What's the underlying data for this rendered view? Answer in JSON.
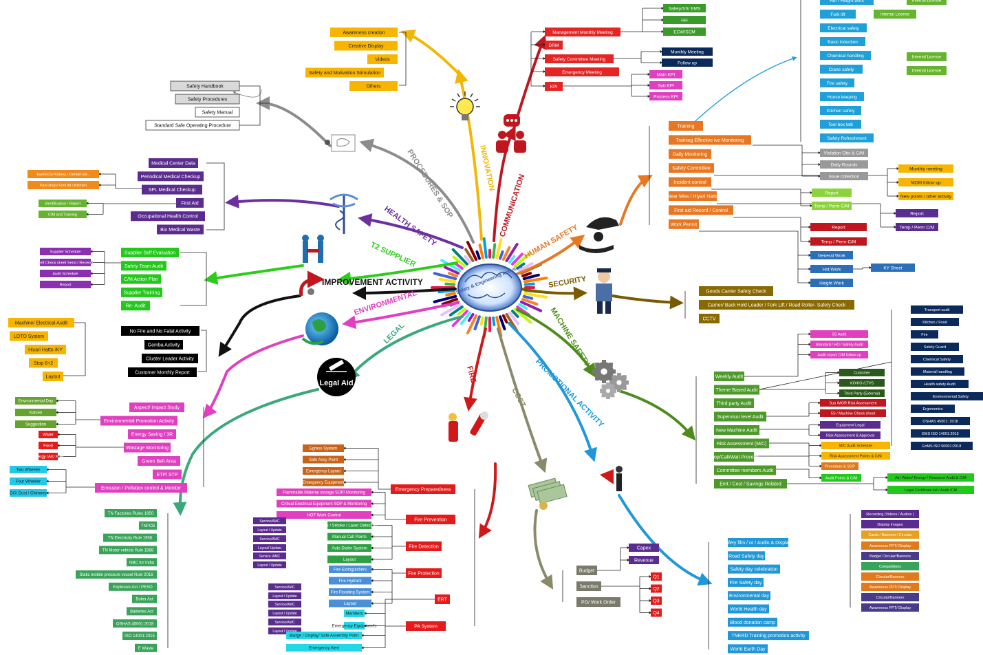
{
  "center": {
    "label": "Safety & Engineering Activities"
  },
  "branches": [
    {
      "id": "innovation",
      "title": "INNOVATION",
      "color": "#f2b705",
      "icon": "lightbulb-icon"
    },
    {
      "id": "communication",
      "title": "COMMUNICATION",
      "color": "#c0161f",
      "icon": "people-icon"
    },
    {
      "id": "procedures",
      "title": "PROCEDURES & SOP",
      "color": "#8c8c8c",
      "icon": "whiteboard-icon"
    },
    {
      "id": "health",
      "title": "HEALTH SAFETY",
      "color": "#6b2fa0",
      "icon": "caduceus-icon"
    },
    {
      "id": "t2",
      "title": "T2 SUPPLIER",
      "color": "#2ecc1a",
      "icon": "handshake-icon"
    },
    {
      "id": "improvement",
      "title": "IMPROVEMENT ACTIVITY",
      "color": "#111111",
      "icon": "arrow-icon"
    },
    {
      "id": "environmental",
      "title": "ENVIRONMENTAL",
      "color": "#e040c0",
      "icon": "globe-icon"
    },
    {
      "id": "legal",
      "title": "LEGAL",
      "color": "#3aa87a",
      "icon": "legal-aid-icon"
    },
    {
      "id": "fire",
      "title": "FIRE",
      "color": "#d01818",
      "icon": "fire-extinguisher-icon"
    },
    {
      "id": "cost",
      "title": "COST",
      "color": "#8a8a6a",
      "icon": "money-icon"
    },
    {
      "id": "promotional",
      "title": "PROMOTIONAL ACTIVITY",
      "color": "#1f97d8",
      "icon": "megaphone-icon"
    },
    {
      "id": "machine",
      "title": "MACHINE SAFETY",
      "color": "#4d8c1a",
      "icon": "gears-icon"
    },
    {
      "id": "security",
      "title": "SECURITY",
      "color": "#7a5a00",
      "icon": "guard-icon"
    },
    {
      "id": "human",
      "title": "HUMAN SAFETY",
      "color": "#e87722",
      "icon": "hands-icon"
    }
  ],
  "legal_aid_badge": "Legal Aid",
  "nodes": {
    "innovation": [
      "Awareness creation",
      "Creative Display",
      "Videos",
      "Safety and Motivation Stimulation",
      "Others"
    ],
    "procedures": [
      "Safety Handbook",
      "Safety Procedures",
      "Safety Manual",
      "Standard Safe Operating Procedure"
    ],
    "communication": [
      "Management Monthly Meeting",
      "DRM",
      "Safety Committee Meeting",
      "Emergency Meeting",
      "KPI"
    ],
    "comm_mgmt": [
      "Safety/SS/ EMS",
      "HH",
      "ECW/SCM"
    ],
    "comm_committee": [
      "Monthly Meeting",
      "Follow up"
    ],
    "comm_kpi": [
      "Main KPI",
      "Sub KPI",
      "Process KPI"
    ],
    "health": [
      "Medical Center Data",
      "Periodical Medical Checkup",
      "SPL Medical Checkup",
      "First Aid",
      "Occupational Health Control",
      "Bio Medical Waste"
    ],
    "health_spl": [
      "Eye/ECG/ Kidney / Dental/ Etc..",
      "Pani shop/ Fork lift / Kitchen"
    ],
    "health_fa": [
      "Identification / Report",
      "C/M and Training"
    ],
    "t2": [
      "Supplier Self Evaluation",
      "Safety Team Audit",
      "C/M Action Plan",
      "Supplier Training",
      "Re- Audit"
    ],
    "t2_left": [
      "Supplier Schedule",
      "Self Check sheet Send / Receive",
      "Audit Schedule",
      "Report"
    ],
    "improvement": [
      "No Fire and No Fatal Activity",
      "Gemba Activity",
      "Cluster Leader Activity",
      "Customer Monthly Report"
    ],
    "improvement_left": [
      "Machine/ Electrical Audit",
      "LOTO System",
      "Hiyari Hatto /KY",
      "Stop 6+2",
      "Layout"
    ],
    "environmental": [
      "Aspect/ Impact Study",
      "Environmental Promotion Activity",
      "Energy Saving / 3R",
      "Wastage Monitoring",
      "Green Belt Area",
      "ETP/ STP",
      "Emission / Pollution control & Monitor"
    ],
    "env_promo": [
      "Environmental Day",
      "Kaizen",
      "Suggestion"
    ],
    "env_waste": [
      "Water",
      "Food",
      "Energy /Air/ Fuel"
    ],
    "env_emission": [
      "Two Wheeler",
      "Four Wheeler",
      "DG/ Dust / Chimney"
    ],
    "legal": [
      "TN Factories Rules 1950",
      "TNPCB",
      "TN Electricity Rule 1956",
      "TN Motor vehicle Rule 1988",
      "NBC for India",
      "Static mobile pressure vessel Rule 2016",
      "Explosive Act / PESO",
      "Boiler Act",
      "Batteries Act",
      "OSHAS 45001:2018",
      "ISO 14001:2015",
      "E Waste"
    ],
    "fire": [
      "Emergency Preparedness",
      "Fire Prevention",
      "Fire Detection",
      "Fire Protection",
      "ERT",
      "PA System"
    ],
    "fire_ep": [
      "Egress System",
      "Safe Assy Point",
      "Emergency Layout",
      "Emergency Equipment"
    ],
    "fire_prev": [
      "Flammable Material storage SOP/ Monitoring",
      "Critical Electrical Equipment SOP & Monitoring",
      "HOT Work Control"
    ],
    "fire_det": [
      "Fire / Smoke / Laser Detectors",
      "Manual Call Points",
      "Auto Dialer System",
      "Layout"
    ],
    "fire_prot": [
      "Fire Extinguishers",
      "Fire Hydrant",
      "Fire Flooding System",
      "Layout"
    ],
    "fire_small": [
      "Service/AMC",
      "Layout / Update",
      "Service/AMC",
      "Layout/ Update",
      "Service /AMC",
      "Layout / Update",
      "Service/AMC",
      "Layout / Update",
      "Service/AMC",
      "Layout / Update",
      "Service/AMC",
      "Layout / Update"
    ],
    "fire_ert": [
      "Members",
      "Emergency Equipment's"
    ],
    "fire_pa": [
      "Badge / Display/ Safe Assembly Point",
      "Emergency Alert"
    ],
    "cost": [
      "Budget",
      "Sanction",
      "PO/ Work Order"
    ],
    "cost_budget": [
      "Capex",
      "Revenue"
    ],
    "cost_q": [
      "Q1",
      "Q2",
      "Q3",
      "Q4"
    ],
    "promotional": [
      "Safety film / or / Audio & Displays",
      "Road Safety day",
      "Safety day celebration",
      "Fire Safety day",
      "Environmental day",
      "World Health day",
      "Blood donation camp",
      "TNERD Training promotion activity",
      "World Earth Day"
    ],
    "promo_right": [
      "Recording (Videos / Audios )",
      "Display images",
      "Cards / Banners / Circular",
      "Awareness PPT/ Display",
      "Badge/ Circular/Banners",
      "Competitions",
      "Circular/Banners",
      "Awareness PPT/ Display",
      "Circular/Banners",
      "Awareness PPT/ Display"
    ],
    "machine": [
      "Weekly Audit",
      "Theme Based Audit",
      "Third party Audit",
      "Supervisor level Audit",
      "New Machine Audit",
      "Risk Assessment (M/C)",
      "Stop/Call/Wait Process",
      "Committee members Audit",
      "Emt / Cost / Savings Related"
    ],
    "machine_weekly": [
      "5S Audit",
      "Standard / HO / Safety Audit",
      "Audit report C/M follow up"
    ],
    "machine_third": [
      "Customer",
      "KOIKO /LTVS",
      "Third Party (External)"
    ],
    "machine_sup": [
      "Sup /MGR Risk Assessment",
      "5S / Machine Check sheet"
    ],
    "machine_new": [
      "Equipment Legal",
      "Risk Assessment & Approval"
    ],
    "machine_risk": [
      "M/C Audit Schedule",
      "Risk Assessment Points & C/M"
    ],
    "machine_stop": [
      "Procedure & SOP"
    ],
    "machine_comm": [
      "Audit Points & C/M"
    ],
    "machine_emt": [
      "Air/ Water/ Energy / Resource Audit & C/M",
      "Legal Certificate list / Audit /CM"
    ],
    "machine_theme": [
      "Transport audit",
      "Kitchen / Food",
      "Fire",
      "Safety Guard",
      "Chemical Safety",
      "Material handling",
      "Health safety Audit",
      "Environmental Safety",
      "Ergonomics",
      "OSHAS 45001: 2018",
      "EMS ISO 14001:2015",
      "EnMS ISO 50001:2018"
    ],
    "security": [
      "Goods Carrier Safety Check",
      "Carrier/ Back Hold Loader / Fork Lift / Road Roller- Safety Check",
      "CCTV"
    ],
    "human": [
      "Training",
      "Training Effective ive Monitoring",
      "Daily Monitoring",
      "Safety Committee",
      "Incident control",
      "Near Miss / Hiyari Hatto",
      "First aid Record / Control",
      "Work Permit"
    ],
    "human_training": [
      "Hot / Height work",
      "Fork lift",
      "Electrical safety",
      "Basic induction",
      "Chemical handling",
      "Crane safety",
      "Fire safety",
      "House keeping",
      "Kitchen safety",
      "Tool box talk",
      "Safety Refreshment"
    ],
    "human_license": [
      "Internal License",
      "Internal License",
      "Internal License",
      "Internal License"
    ],
    "human_daily": [
      "Violation Obs & C/M",
      "Daily Rounds",
      "Issue collection"
    ],
    "human_committee": [
      "Monthly meeting",
      "MOM follow up",
      "New points / other activity"
    ],
    "human_incident": [
      "Report",
      "Temp / Perm C/M"
    ],
    "human_firstaid": [
      "Report",
      "Temp / Perm C/M"
    ],
    "human_nearmiss": [
      "Report",
      "Temp / Perm C/M"
    ],
    "human_permit": [
      "General Work",
      "Hot Work",
      "Height Work"
    ],
    "human_ky": [
      "KY Sheet"
    ]
  }
}
